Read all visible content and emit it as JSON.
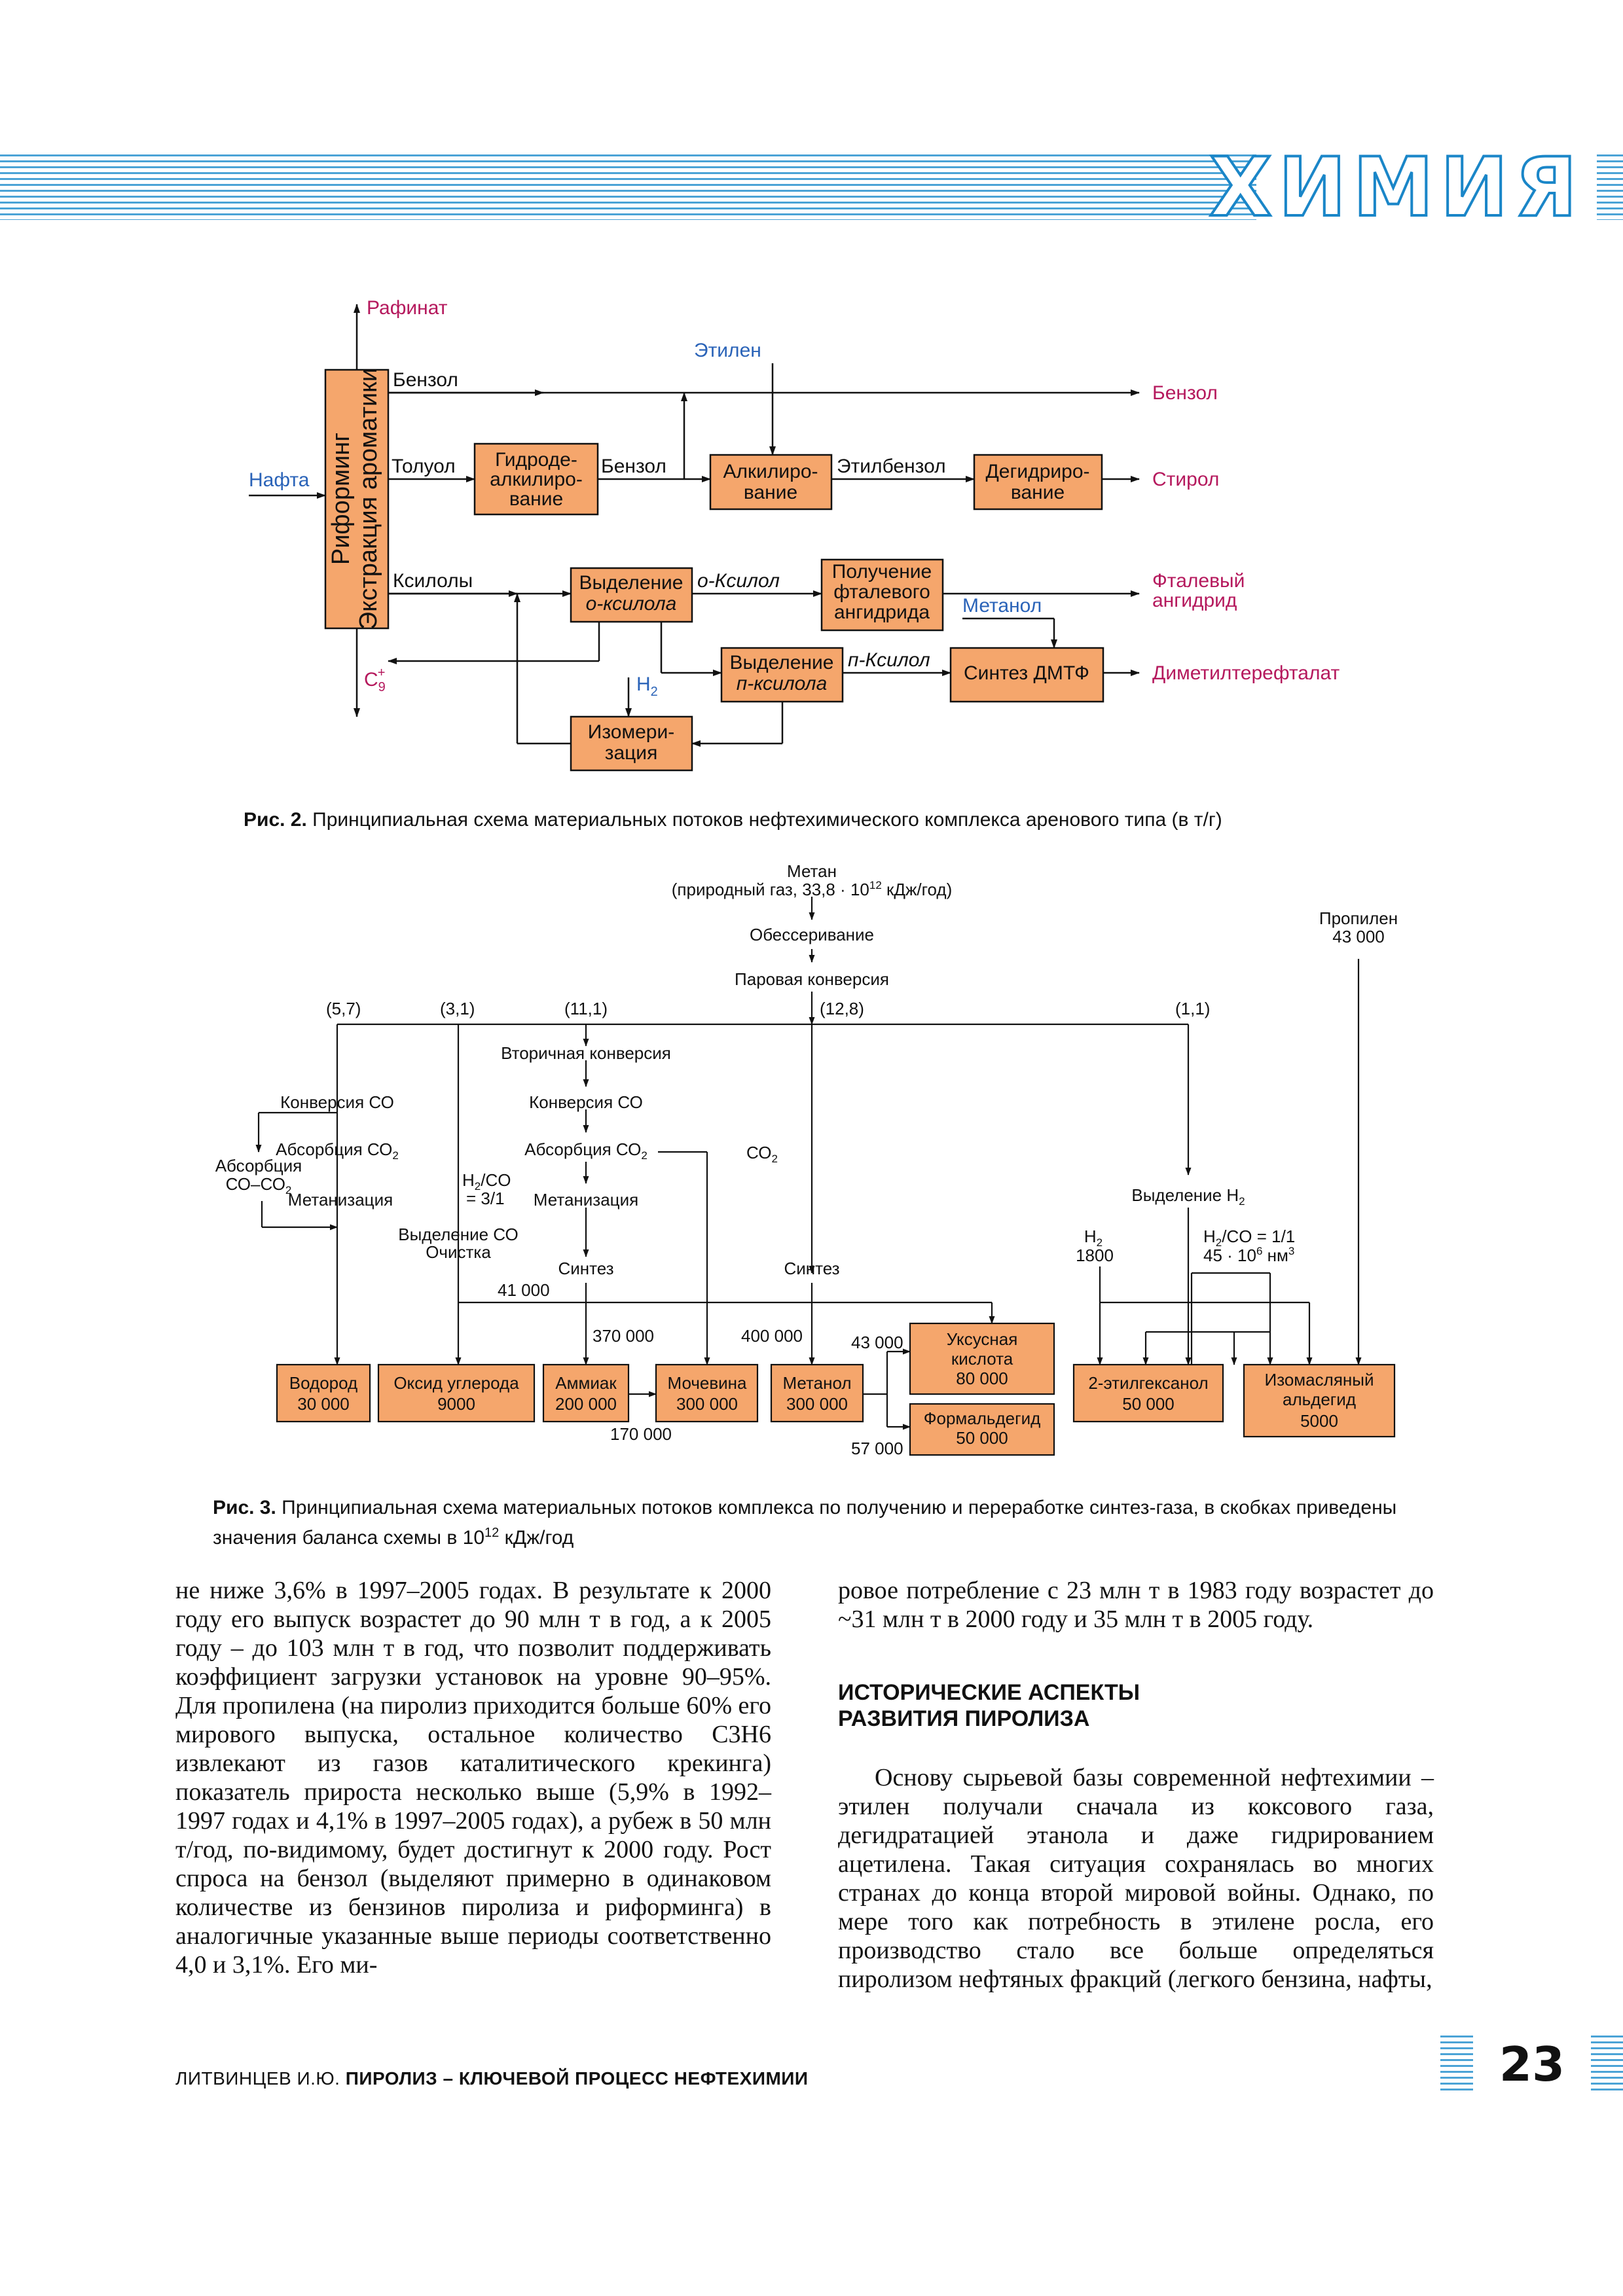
{
  "header": {
    "section": "ХИМИЯ"
  },
  "fig2": {
    "caption_label": "Рис. 2.",
    "caption_text": "Принципиальная схема материальных потоков нефтехимического комплекса аренового типа (в т/г)",
    "raffinate": "Рафинат",
    "naphtha": "Нафта",
    "main_box_line1": "Риформинг",
    "main_box_line2": "Экстракция ароматики",
    "benzene": "Бензол",
    "ethylene": "Этилен",
    "benzene_out": "Бензол",
    "toluene": "Толуол",
    "hydrodealk_1": "Гидроде-",
    "hydrodealk_2": "алкилиро-",
    "hydrodealk_3": "вание",
    "benzene2": "Бензол",
    "alkyl_1": "Алкилиро-",
    "alkyl_2": "вание",
    "ethylbenzene": "Этилбензол",
    "dehydro_1": "Дегидриро-",
    "dehydro_2": "вание",
    "styrene": "Стирол",
    "xylenes": "Ксилолы",
    "osep_1": "Выделение",
    "osep_2": "о-ксилола",
    "oxylene": "о-Ксилол",
    "phth_1": "Получение",
    "phth_2": "фталевого",
    "phth_3": "ангидрида",
    "phth_out_1": "Фталевый",
    "phth_out_2": "ангидрид",
    "methanol": "Метанол",
    "psep_1": "Выделение",
    "psep_2": "п-ксилола",
    "pxylene": "п-Ксилол",
    "dmt_box": "Синтез ДМТФ",
    "dmt_out": "Диметилтерефталат",
    "c9": "C",
    "c9_sub": "9",
    "c9_sup": "+",
    "h2": "H",
    "h2_sub": "2",
    "isom_1": "Изомери-",
    "isom_2": "зация",
    "colors": {
      "box_fill": "#f5a66c",
      "product": "#b5195d",
      "input": "#2a63b8"
    }
  },
  "fig3": {
    "caption_label": "Рис. 3.",
    "caption_text": "Принципиальная схема материальных потоков комплекса по получению и переработке синтез-газа, в скобках приведены значения баланса схемы в 10",
    "caption_sup": "12",
    "caption_tail": " кДж/год",
    "methane": "Метан",
    "methane_sub": "(природный газ, 33,8 · 10",
    "methane_sub_sup": "12",
    "methane_sub_tail": " кДж/год)",
    "desulf": "Обессеривание",
    "steam_conv": "Паровая конверсия",
    "propylene": "Пропилен",
    "propylene_val": "43 000",
    "bal_1": "(5,7)",
    "bal_2": "(3,1)",
    "bal_3": "(11,1)",
    "bal_4": "(12,8)",
    "bal_5": "(1,1)",
    "sec_conv": "Вторичная конверсия",
    "co_conv_a": "Конверсия СО",
    "co_conv_b": "Конверсия СО",
    "co2_abs_a": "Абсорбция СО",
    "co2_abs_b": "Абсорбция СО",
    "co2_label": "СО",
    "abs_coco2_1": "Абсорбция",
    "abs_coco2_2": "СО–СО",
    "meth_a": "Метанизация",
    "meth_b": "Метанизация",
    "h2co_3": "H",
    "h2co_3b": "/CO",
    "h2co_3c": "= 3/1",
    "co_sep": "Выделение СО",
    "cleaning": "Очистка",
    "synth_a": "Синтез",
    "synth_b": "Синтез",
    "h2_sep": "Выделение H",
    "h2_label": "H",
    "h2_val": "1800",
    "h2co_11": "H",
    "h2co_11b": "/CO = 1/1",
    "h2co_11c": "45 · 10",
    "h2co_11c_sup": "6",
    "h2co_11c_tail": " нм",
    "h2co_11c_sup2": "3",
    "f41000": "41 000",
    "f370000": "370 000",
    "f400000": "400 000",
    "f43000": "43 000",
    "f57000": "57 000",
    "f170000": "170 000",
    "hydrogen_1": "Водород",
    "hydrogen_2": "30 000",
    "co_1": "Оксид углерода",
    "co_2": "9000",
    "ammonia_1": "Аммиак",
    "ammonia_2": "200 000",
    "urea_1": "Мочевина",
    "urea_2": "300 000",
    "methanol_1": "Метанол",
    "methanol_2": "300 000",
    "acetic_1": "Уксусная",
    "acetic_2": "кислота",
    "acetic_3": "80 000",
    "formald_1": "Формальдегид",
    "formald_2": "50 000",
    "ethylhex_1": "2-этилгексанол",
    "ethylhex_2": "50 000",
    "isobut_1": "Изомасляный",
    "isobut_2": "альдегид",
    "isobut_3": "5000"
  },
  "body": {
    "left_col": "не ниже 3,6% в 1997–2005 годах. В результате к 2000 году его выпуск возрастет до 90 млн т в год, а к 2005 году – до 103 млн т в год, что позволит поддерживать коэффициент загрузки установок на уровне 90–95%. Для пропилена (на пиролиз приходится больше 60% его мирового выпуска, остальное количество C3H6 извлекают из газов каталитического крекинга) показатель прироста несколько выше (5,9% в 1992–1997 годах и 4,1% в 1997–2005 годах), а рубеж в 50 млн т/год, по-видимому, будет достигнут к 2000 году. Рост спроса на бензол (выделяют примерно в одинаковом количестве из бензинов пиролиза и риформинга) в аналогичные указанные выше периоды соответственно 4,0 и 3,1%. Его ми-",
    "right_col_p1": "ровое потребление с 23 млн т в 1983 году возрастет до ~31 млн т в 2000 году и 35 млн т в 2005 году.",
    "heading_1": "ИСТОРИЧЕСКИЕ АСПЕКТЫ",
    "heading_2": "РАЗВИТИЯ ПИРОЛИЗА",
    "right_col_p2": "Основу сырьевой базы современной нефтехимии – этилен получали сначала из коксового газа, дегидратацией этанола и даже гидрированием ацетилена. Такая ситуация сохранялась во многих странах до конца второй мировой войны. Однако, по мере того как потребность в этилене росла, его производство стало все больше определяться пиролизом нефтяных фракций (легкого бензина, нафты,"
  },
  "footer": {
    "author": "ЛИТВИНЦЕВ И.Ю.",
    "title": "ПИРОЛИЗ – КЛЮЧЕВОЙ ПРОЦЕСС НЕФТЕХИМИИ"
  },
  "page_number": "23"
}
